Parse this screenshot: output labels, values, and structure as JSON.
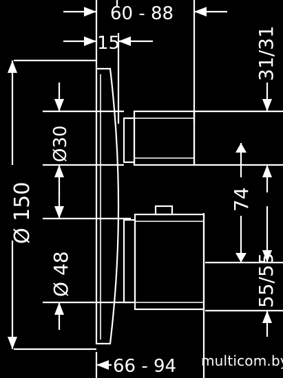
{
  "dimensions": {
    "top_range": "60 - 88",
    "top_small": "15",
    "bottom_range": "66 - 94",
    "diameter_150": "Ø 150",
    "diameter_30": "Ø30",
    "diameter_48": "Ø 48",
    "right_upper": "31/31",
    "right_74": "74",
    "right_lower": "55/55"
  },
  "watermark": "multicom.by"
}
